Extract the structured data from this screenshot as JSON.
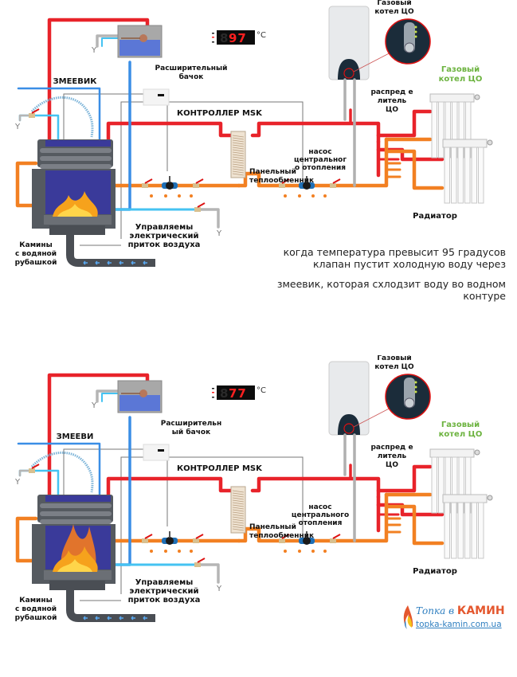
{
  "colors": {
    "hot_pipe": "#e8232a",
    "return_pipe": "#f28022",
    "cold_pipe": "#3a8ee6",
    "cold_light": "#45c3f2",
    "drain_pipe": "#b5b5b5",
    "label_green": "#6cb33f",
    "display_digit": "#ff2020",
    "fireplace_body": "#555a60",
    "water_jacket": "#3a3a9a"
  },
  "diagrams": [
    {
      "id": "top",
      "fire_state": "normal",
      "labels": {
        "coil": "ЗМЕЕВИК",
        "expansion_tank": "Расширительный\nбачок",
        "controller": "КОНТРОЛЛЕР MSK",
        "heat_exchanger": "Панельный\nтеплообменник",
        "pump": "насос\nцентральног\nо отопления",
        "gas_boiler_top": "Газовый\nкотел ЦО",
        "gas_boiler_green": "Газовый\nкотел ЦО",
        "distributor": "распред е\nлитель\nЦО",
        "radiator": "Радиатор",
        "air_supply": "Управляемы\nэлектрический\nприток воздуха",
        "fireplace": "Камины\nс водяной\nрубашкой",
        "drain_symbol": "Y"
      },
      "thermometer": {
        "digits": "97",
        "unit": "°C"
      }
    },
    {
      "id": "bottom",
      "fire_state": "high",
      "labels": {
        "coil": "ЗМЕЕВИ",
        "expansion_tank": "Расширительн\nый бачок",
        "controller": "КОНТРОЛЛЕР MSK",
        "heat_exchanger": "Панельный\nтеплообменник",
        "pump": "насос\nцентрального\nотопления",
        "gas_boiler_top": "Газовый\nкотел ЦО",
        "gas_boiler_green": "Газовый\nкотел ЦО",
        "distributor": "распред е\nлитель\nЦО",
        "radiator": "Радиатор",
        "air_supply": "Управляемы\nэлектрический\nприток воздуха",
        "fireplace": "Камины\nс водяной\nрубашкой",
        "drain_symbol": "Y"
      },
      "thermometer": {
        "digits": "77",
        "unit": "°C"
      }
    }
  ],
  "notes": {
    "line1": "когда температура превысит 95 градусов клапан пустит холодную  воду через",
    "line2": "змеевик, которая схлодзит воду во  водном контуре"
  },
  "logo": {
    "title_script": "Топка в ",
    "title_bold": "КАМИН",
    "url": "topka-kamin.com.ua"
  }
}
